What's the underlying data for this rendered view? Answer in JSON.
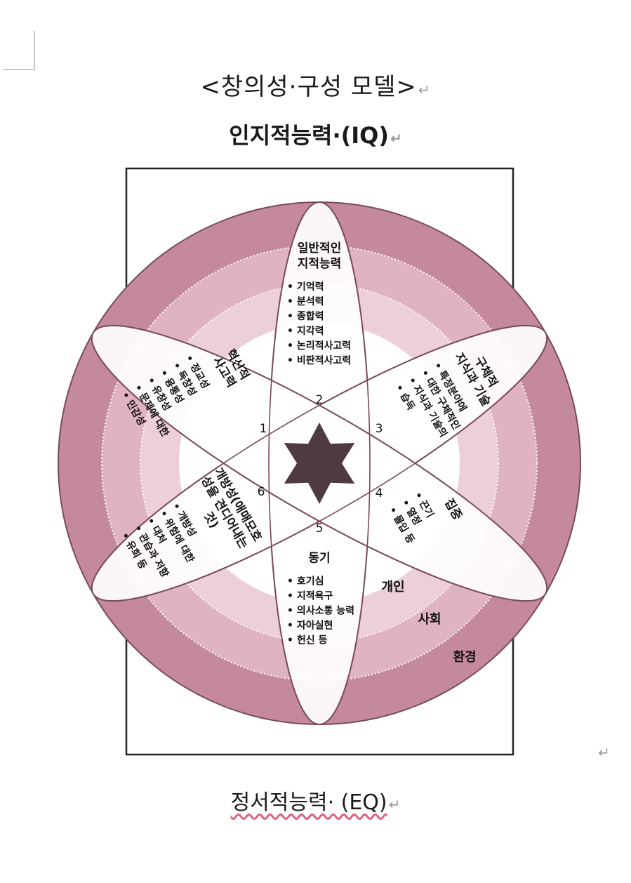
{
  "header": {
    "title": "<창의성·구성 모델>",
    "iq_label": "인지적능력·(IQ)",
    "eq_label": "정서적능력· (EQ)",
    "paragraph_mark": "↵"
  },
  "colors": {
    "outer_ring": "#c48a9c",
    "middle_ring": "#dfb3c0",
    "inner_ring": "#eccfd8",
    "center": "#ffffff",
    "star": "#4e3a40",
    "petal_fill": "#ffffff",
    "petal_stroke": "#7a4a5a"
  },
  "rings": [
    "개인",
    "사회",
    "환경"
  ],
  "petals": [
    {
      "number": "1",
      "heading": [
        "혁신적",
        "사고력"
      ],
      "items": [
        "정교성",
        "독창성",
        "융통성",
        "유창성",
        "문제에 대한",
        "민감성"
      ]
    },
    {
      "number": "2",
      "heading": [
        "일반적인",
        "지적능력"
      ],
      "items": [
        "기억력",
        "분석력",
        "종합력",
        "지각력",
        "논리적사고력",
        "비판적사고력"
      ]
    },
    {
      "number": "3",
      "heading": [
        "구체적",
        "지식과 기술"
      ],
      "items": [
        "특정분야에",
        "대한 구체적인",
        "지식과 기술의",
        "습득"
      ]
    },
    {
      "number": "4",
      "heading": [
        "집중"
      ],
      "items": [
        "끈기",
        "열정",
        "몰입 등"
      ]
    },
    {
      "number": "5",
      "heading": [
        "동기"
      ],
      "items": [
        "호기심",
        "지적욕구",
        "의사소통 능력",
        "자아실현",
        "헌신 등"
      ]
    },
    {
      "number": "6",
      "heading": [
        "개방성(애매모호",
        "성을 견디어내는",
        "것)"
      ],
      "items": [
        "개방성",
        "위험에 대한",
        "대처",
        "관습과 저항",
        "유희 등"
      ]
    }
  ]
}
